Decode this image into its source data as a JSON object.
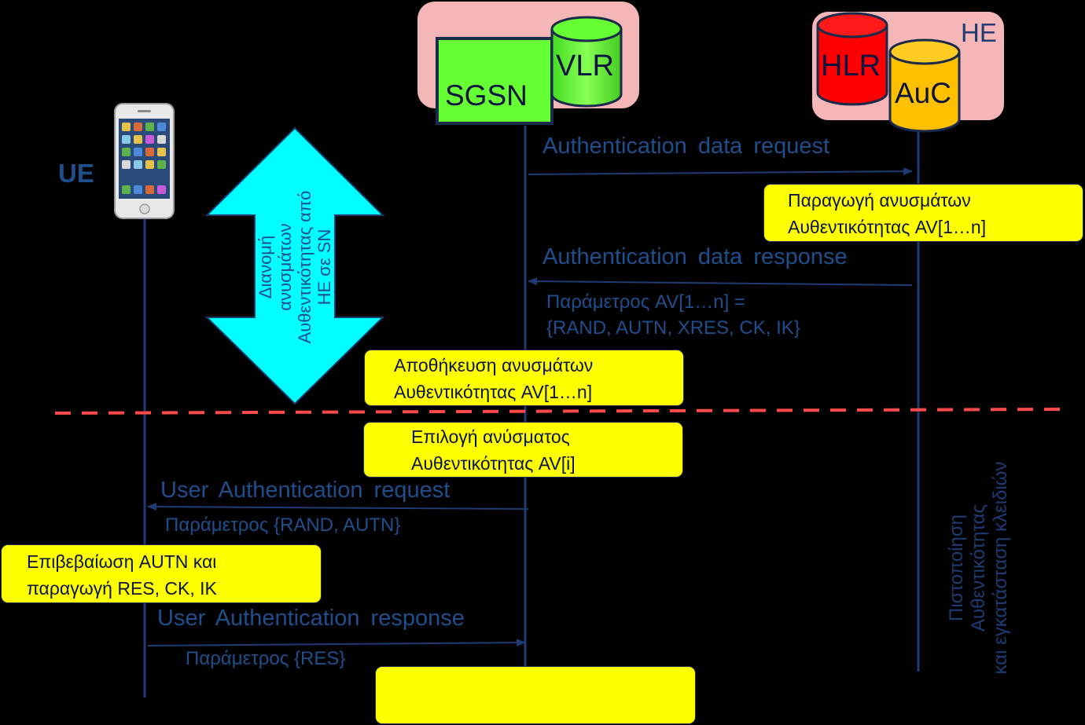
{
  "nodes": {
    "ue": "UE",
    "sgsn": "SGSN",
    "vlr": "VLR",
    "hlr": "HLR",
    "auc": "AuC",
    "he": "HE"
  },
  "messages": {
    "auth_data_request": "Authentication data request",
    "auth_data_response": "Authentication data response",
    "av_param_line1": "Παράμετρος AV[1…n] =",
    "av_param_line2": "{RAND, AUTN, XRES, CK, IK}",
    "user_auth_request": "User Authentication request",
    "user_auth_request_param": "Παράμετρος {RAND, AUTN}",
    "user_auth_response": "User Authentication response",
    "user_auth_response_param": "Παράμετρος {RES}"
  },
  "boxes": {
    "generate_av": [
      "Παραγωγή ανυσμάτων",
      "Αυθεντικότητας AV[1…n]"
    ],
    "store_av": [
      "Αποθήκευση ανυσμάτων",
      "Αυθεντικότητας AV[1…n]"
    ],
    "select_av": [
      "Επιλογή ανύσματος",
      "Αυθεντικότητας AV[i]"
    ],
    "verify_autn": [
      "Επιβεβαίωση AUTN και",
      "παραγωγή RES, CK, IK"
    ],
    "empty_box": ""
  },
  "distribution_arrow": [
    "Διανομή",
    "ανυσμάτων",
    "Αυθεντικότητας από",
    "HE σε SN"
  ],
  "vertical_note": [
    "Πιστοποίηση",
    "Αυθεντικότητας",
    "και εγκατάσταση κλειδιών"
  ],
  "colors": {
    "background": "#000000",
    "lifeline": "#1f3b73",
    "label": "#1f4e8c",
    "note_box": "#ffff00",
    "node_panel": "#f4b6b6",
    "sgsn": "#66ff33",
    "hlr": "#ff0000",
    "auc": "#ffc000",
    "arrow_fill": "#00ffff",
    "divider": "#ff4a4a"
  }
}
